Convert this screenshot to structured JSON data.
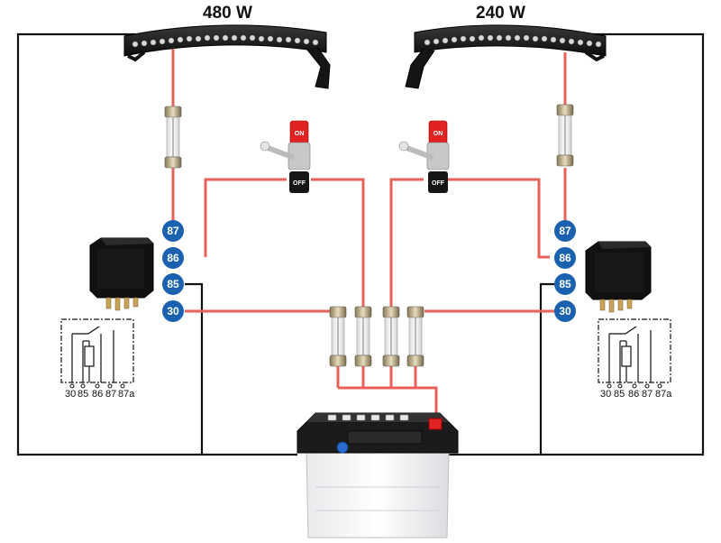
{
  "lightbars": [
    {
      "power": "480 W"
    },
    {
      "power": "240 W"
    }
  ],
  "relay_pins": [
    "87",
    "86",
    "85",
    "30"
  ],
  "schematic_pins": [
    "30",
    "85",
    "86",
    "87",
    "87a"
  ],
  "switch": {
    "on_label": "ON",
    "off_label": "OFF"
  },
  "colors": {
    "positive_wire": "#e8605a",
    "ground_wire": "#111111",
    "pin_badge": "#1a62b0",
    "switch_red": "#e02222"
  },
  "icons": [
    "light-bar-icon",
    "fuse-icon",
    "toggle-switch-icon",
    "relay-icon",
    "battery-icon"
  ]
}
